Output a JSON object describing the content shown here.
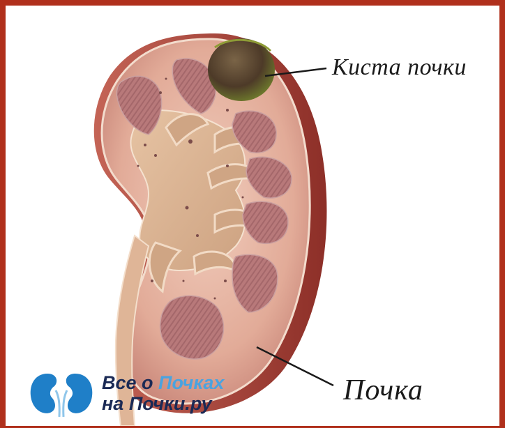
{
  "labels": {
    "cyst": "Киста почки",
    "kidney": "Почка"
  },
  "watermark": {
    "line1_prefix": "Все о",
    "line1_highlight": "Почках",
    "line2": "на Почки.ру"
  },
  "colors": {
    "frame": "#b0301c",
    "cortex": "#e3b09c",
    "capsule": "#a8493e",
    "pyramid": "#b77a7c",
    "sinus": "#d9b494",
    "cyst": "#5b4a33",
    "logo_blue": "#1f7fc8"
  }
}
